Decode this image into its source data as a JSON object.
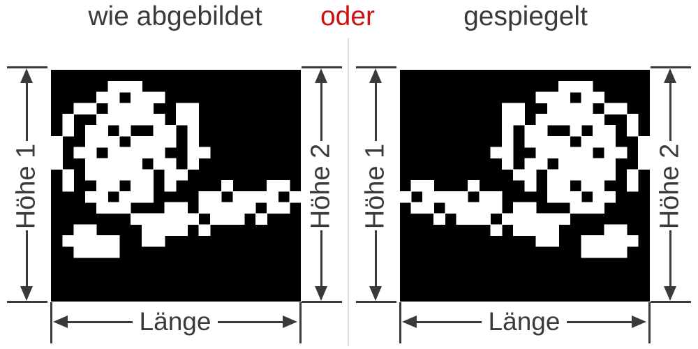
{
  "title": {
    "left": "wie abgebildet",
    "middle": "oder",
    "right": "gespiegelt"
  },
  "colors": {
    "text": "#3a3a3a",
    "accent_red": "#cc1111",
    "line": "#3a3a3a",
    "divider": "#dcdcdc",
    "square_bg": "#000000",
    "artwork": "#ffffff",
    "background": "#ffffff"
  },
  "panels": [
    {
      "name": "as-shown",
      "mirrored": false,
      "height1_label": "Höhe 1",
      "height2_label": "Höhe 2",
      "length_label": "Länge"
    },
    {
      "name": "mirrored",
      "mirrored": true,
      "height1_label": "Höhe 1",
      "height2_label": "Höhe 2",
      "length_label": "Länge"
    }
  ],
  "artwork": {
    "description": "pixelated white decal: circular mascot emblem upper area with diagonal cursive script below; right panel is a horizontal mirror of the left",
    "grid": {
      "cols": 22,
      "rows": 21
    },
    "bitmap": [
      "......................",
      ".....###..............",
      "....##.###............",
      "..##.####..##.........",
      ".#..######.##.........",
      ".#.##.#..##.#.........",
      "#..###.####.#.........",
      "#.##.#####..##........",
      "#..#####.##.#.........",
      ".#.######.##..........",
      ".#..##.##.#....#...##.",
      "...##.###....##.####.#",
      "....###...##.#####.##.",
      ".......######.###.#...",
      "..##....####.#........",
      ".#####..##............",
      "..####................",
      "......................",
      "......................",
      "......................",
      "......................"
    ]
  }
}
